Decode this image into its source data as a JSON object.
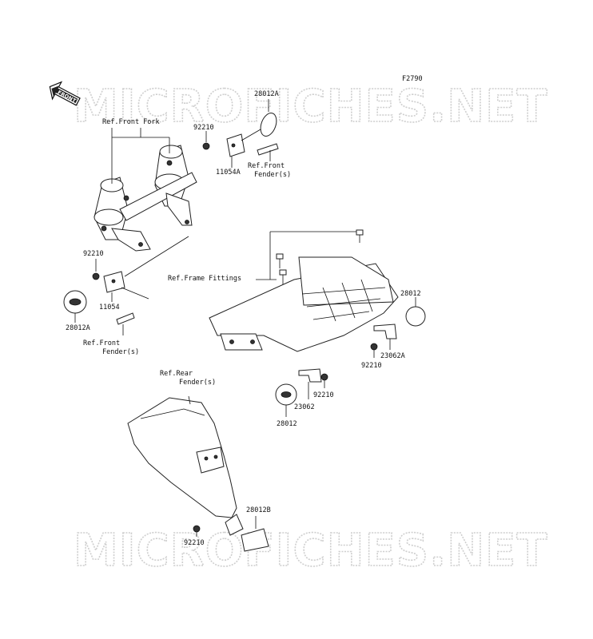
{
  "figure_code": "F2790",
  "front_arrow": "FRONT",
  "watermark": "MICROFICHES.NET",
  "labels": {
    "l28012A_top": "28012A",
    "l92210_top": "92210",
    "ref_front_fork": "Ref.Front Fork",
    "l11054A": "11054A",
    "ref_front_fender_top_1": "Ref.Front",
    "ref_front_fender_top_2": "Fender(s)",
    "l92210_left": "92210",
    "l11054": "11054",
    "l28012A_left": "28012A",
    "ref_front_fender_left_1": "Ref.Front",
    "ref_front_fender_left_2": "Fender(s)",
    "ref_frame_fittings": "Ref.Frame Fittings",
    "l28012_right": "28012",
    "l23062A": "23062A",
    "l92210_right": "92210",
    "ref_rear_fender_1": "Ref.Rear",
    "ref_rear_fender_2": "Fender(s)",
    "l92210_mid": "92210",
    "l23062": "23062",
    "l28012_mid": "28012",
    "l28012B": "28012B",
    "l92210_bottom": "92210"
  }
}
